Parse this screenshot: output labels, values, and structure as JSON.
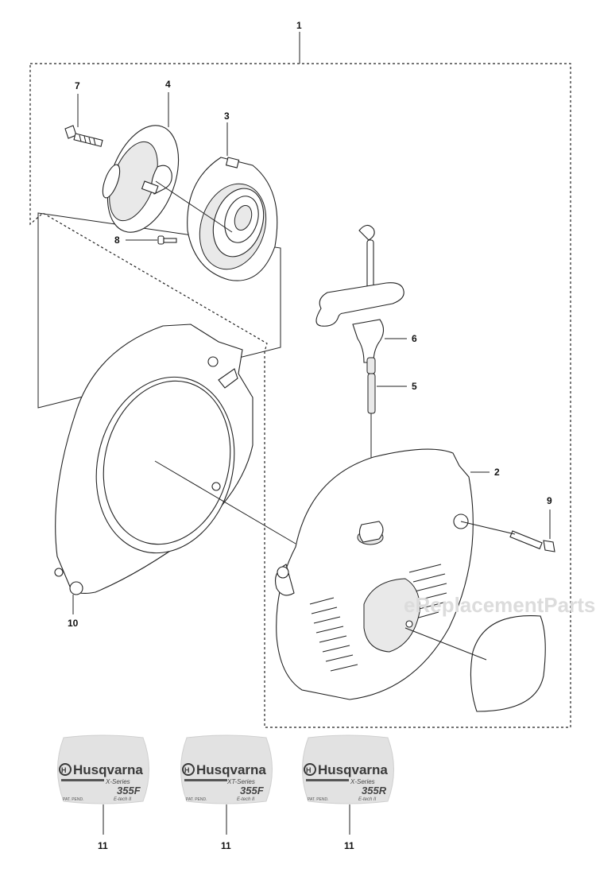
{
  "callouts": {
    "c1": "1",
    "c2": "2",
    "c3": "3",
    "c4": "4",
    "c5": "5",
    "c6": "6",
    "c7": "7",
    "c8": "8",
    "c9": "9",
    "c10": "10",
    "c11a": "11",
    "c11b": "11",
    "c11c": "11"
  },
  "watermark": "eReplacementParts.com",
  "labels": [
    {
      "brand": "Husqvarna",
      "series": "X-Series",
      "model": "355F",
      "left_text": "PAT. PEND.",
      "right_text": "E-tech II"
    },
    {
      "brand": "Husqvarna",
      "series": "XT-Series",
      "model": "355F",
      "left_text": "PAT. PEND.",
      "right_text": "E-tech II"
    },
    {
      "brand": "Husqvarna",
      "series": "X-Series",
      "model": "355R",
      "left_text": "PAT. PEND.",
      "right_text": "E-tech II"
    }
  ]
}
